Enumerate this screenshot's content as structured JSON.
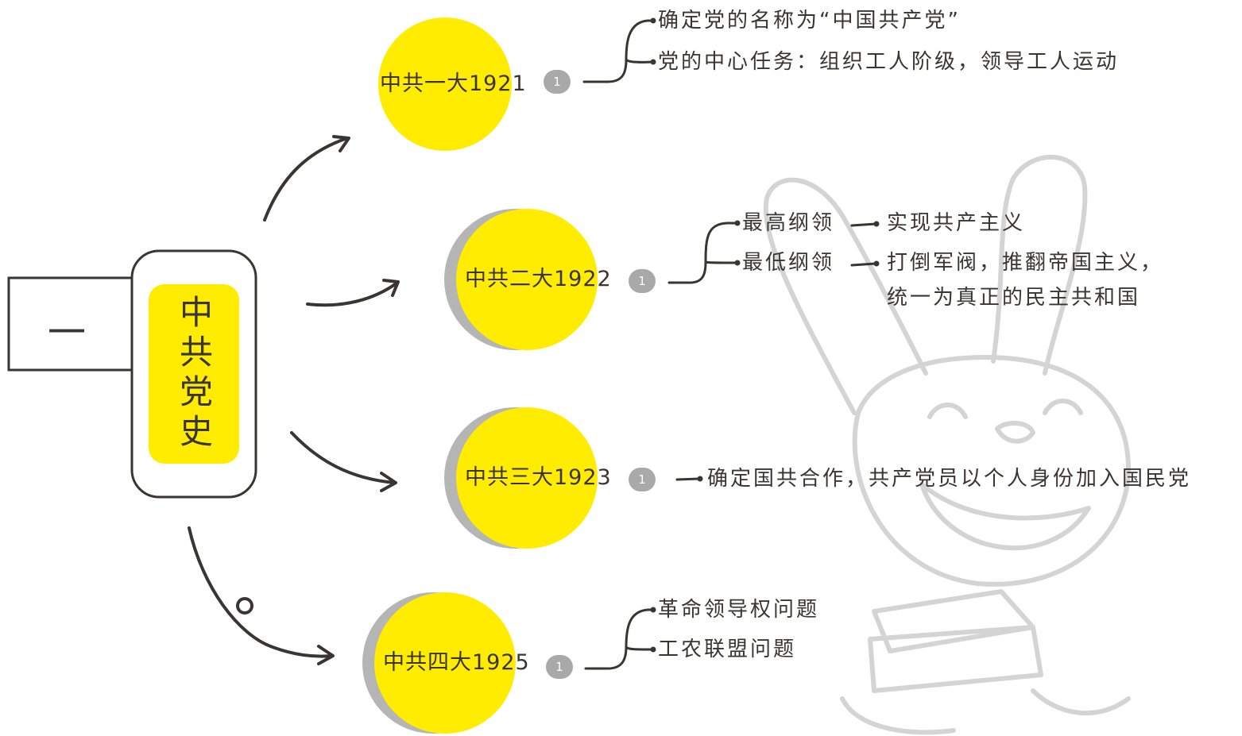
{
  "collapse_symbol": "一",
  "root": {
    "label": "中共党史"
  },
  "branches": [
    {
      "title": "中共一大1921",
      "count": "1",
      "items": [
        "确定党的名称为“中国共产党”",
        "党的中心任务：组织工人阶级，领导工人运动"
      ]
    },
    {
      "title": "中共二大1922",
      "count": "1",
      "items": [
        {
          "label": "最高纲领",
          "detail": [
            "实现共产主义"
          ]
        },
        {
          "label": "最低纲领",
          "detail": [
            "打倒军阀，推翻帝国主义，",
            "统一为真正的民主共和国"
          ]
        }
      ]
    },
    {
      "title": "中共三大1923",
      "count": "1",
      "items": [
        "确定国共合作，共产党员以个人身份加入国民党"
      ]
    },
    {
      "title": "中共四大1925",
      "count": "1",
      "items": [
        "革命领导权问题",
        "工农联盟问题"
      ]
    }
  ],
  "colors": {
    "node_fill": "#ffec00",
    "node_shadow": "#b5b5b5",
    "line": "#3a3533",
    "badge": "#a9a9a9",
    "watermark": "#d4d4d4"
  }
}
